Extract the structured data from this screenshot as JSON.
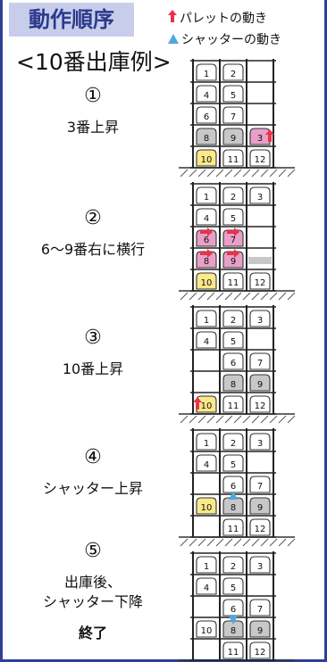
{
  "header": {
    "title": "動作順序",
    "legend_pallet": "パレットの動き",
    "legend_shutter": "シャッターの動き",
    "subtitle": "<10番出庫例>"
  },
  "colors": {
    "accent": "#2f3f95",
    "pallet_arrow": "#e8334a",
    "shutter_arrow": "#4fa7e0",
    "pink": "#e8a0c8",
    "yellow": "#fbe98a",
    "hatch": "#c8c8c8"
  },
  "steps": [
    {
      "number": "①",
      "caption": "3番上昇"
    },
    {
      "number": "②",
      "caption": "6～9番右に横行"
    },
    {
      "number": "③",
      "caption": "10番上昇"
    },
    {
      "number": "④",
      "caption": "シャッター上昇"
    },
    {
      "number": "⑤",
      "caption_line1": "出庫後、",
      "caption_line2": "シャッター下降",
      "end": "終了"
    }
  ],
  "diagrams": [
    {
      "cells": [
        [
          "1",
          "2",
          ""
        ],
        [
          "4",
          "5",
          ""
        ],
        [
          "6",
          "7",
          ""
        ],
        [
          "8",
          "9",
          "3"
        ],
        [
          "10",
          "11",
          "12"
        ]
      ]
    },
    {
      "cells": [
        [
          "1",
          "2",
          "3"
        ],
        [
          "4",
          "5",
          ""
        ],
        [
          "6",
          "7",
          ""
        ],
        [
          "8",
          "9",
          ""
        ],
        [
          "10",
          "11",
          "12"
        ]
      ]
    },
    {
      "cells": [
        [
          "1",
          "2",
          "3"
        ],
        [
          "4",
          "5",
          ""
        ],
        [
          "",
          "6",
          "7"
        ],
        [
          "",
          "8",
          "9"
        ],
        [
          "10",
          "11",
          "12"
        ]
      ]
    },
    {
      "cells": [
        [
          "1",
          "2",
          "3"
        ],
        [
          "4",
          "5",
          ""
        ],
        [
          "",
          "6",
          "7"
        ],
        [
          "10",
          "8",
          "9"
        ],
        [
          "",
          "11",
          "12"
        ]
      ]
    },
    {
      "cells": [
        [
          "1",
          "2",
          "3"
        ],
        [
          "4",
          "5",
          ""
        ],
        [
          "",
          "6",
          "7"
        ],
        [
          "10",
          "8",
          "9"
        ],
        [
          "",
          "11",
          "12"
        ]
      ]
    }
  ]
}
